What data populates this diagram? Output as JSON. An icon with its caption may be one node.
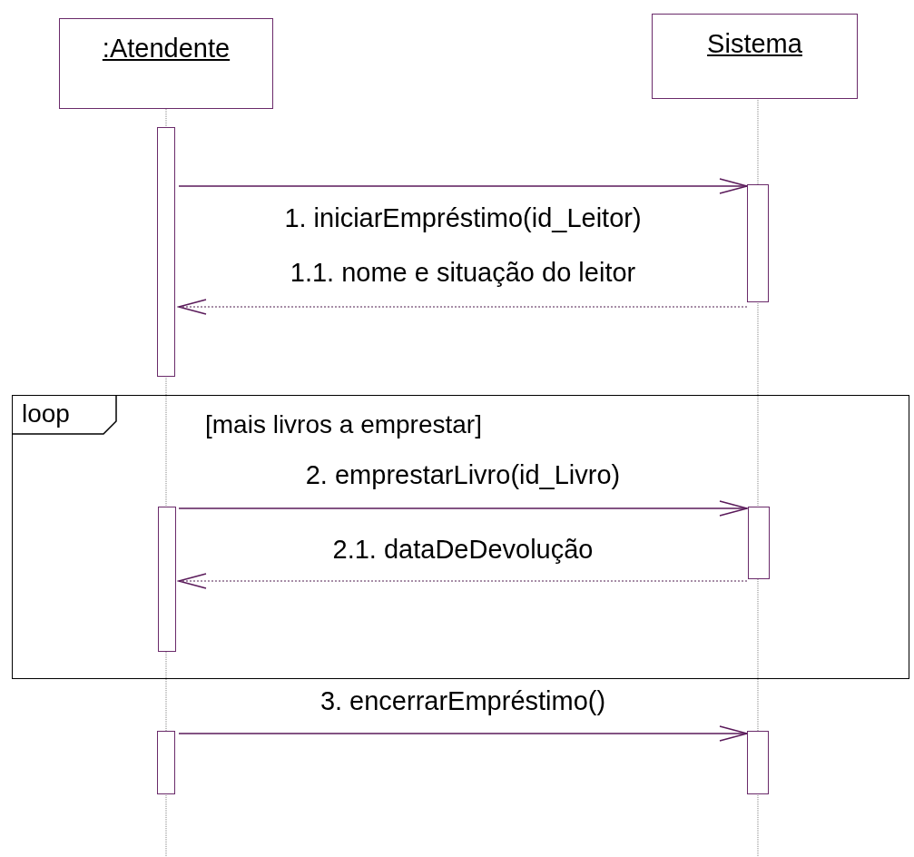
{
  "diagram": {
    "nodes": [
      {
        "text": [
          ":Atendente"
        ]
      },
      {
        "text": [
          "Sistema"
        ]
      },
      {
        "text": [],
        "shape": "bar"
      },
      {
        "text": [],
        "shape": "bar"
      },
      {
        "text": [
          "loop",
          "[mais livros a emprestar]"
        ]
      },
      {
        "text": [],
        "shape": "bar",
        "in": 4
      },
      {
        "text": [],
        "shape": "bar",
        "in": 4
      },
      {
        "text": [],
        "shape": "bar"
      },
      {
        "text": [],
        "shape": "bar"
      }
    ],
    "edges": [
      {
        "from": 2,
        "to": 3,
        "arrow": "to",
        "label": "1. iniciarEmpréstimo(id_Leitor)"
      },
      {
        "from": 3,
        "to": 2,
        "arrow": "to",
        "style": "dashed",
        "label": "1.1. nome e situação do leitor"
      },
      {
        "from": 5,
        "to": 6,
        "arrow": "to",
        "label": "2. emprestarLivro(id_Livro)"
      },
      {
        "from": 6,
        "to": 5,
        "arrow": "to",
        "style": "dashed",
        "label": "2.1. dataDeDevolução"
      },
      {
        "from": 7,
        "to": 8,
        "arrow": "to",
        "label": "3. encerrarEmpréstimo()"
      }
    ]
  }
}
